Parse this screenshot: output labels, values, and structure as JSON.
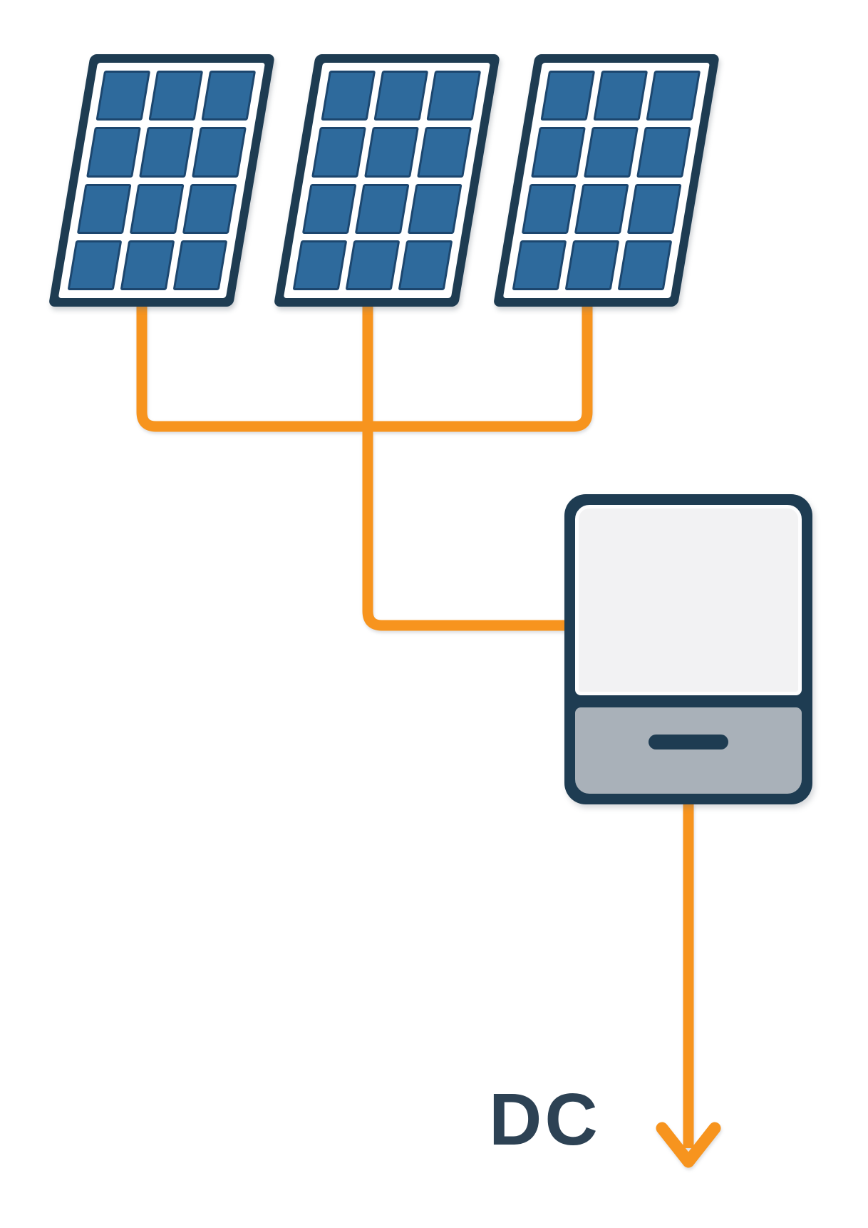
{
  "diagram": {
    "description": "solar-pv-string-to-inverter-dc-output",
    "dc_label": "DC",
    "solar_panels": {
      "count": 3,
      "grid_columns": 3,
      "grid_rows": 4
    },
    "colors": {
      "background": "#FFFFFF",
      "wire_orange": "#F7941E",
      "frame_navy": "#1E3C52",
      "cell_blue": "#2E6A9C",
      "cell_outline": "#1C466E",
      "inverter_top": "#F2F2F3",
      "inverter_top_edge": "#FDFDFE",
      "inverter_bottom_gray": "#A9B1B9",
      "dc_text": "#2D4254"
    }
  }
}
